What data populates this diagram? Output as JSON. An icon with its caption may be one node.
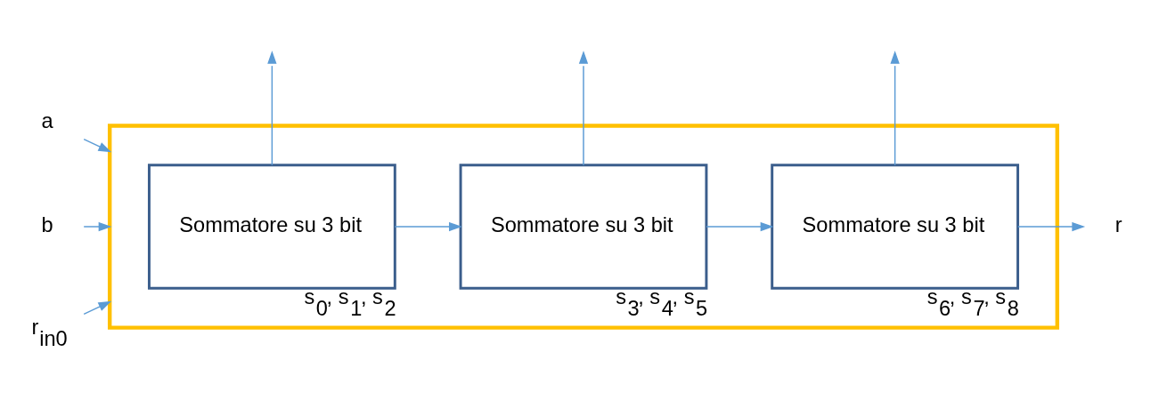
{
  "diagram": {
    "nodes": [
      {
        "text": [],
        "shape": "box"
      },
      {
        "text": [
          "a"
        ]
      },
      {
        "text": [
          "b"
        ]
      },
      {
        "text": [
          "r$_{in0}$"
        ]
      },
      {
        "text": [
          "Sommatore su 3 bit"
        ],
        "in": 0,
        "beside": [
          "s$_{0}$, s$_{1}$, s$_{2}$"
        ]
      },
      {
        "text": [
          "Sommatore su 3 bit"
        ],
        "in": 0,
        "beside": [
          "s$_{3}$, s$_{4}$, s$_{5}$"
        ]
      },
      {
        "text": [
          "Sommatore su 3 bit"
        ],
        "in": 0,
        "beside": [
          "s$_{6}$, s$_{7}$, s$_{8}$"
        ]
      },
      {
        "text": [
          "r"
        ]
      }
    ],
    "edges": [
      {
        "from": 1,
        "to": 0,
        "arrow": "to"
      },
      {
        "from": 2,
        "to": 0,
        "arrow": "to"
      },
      {
        "from": 3,
        "to": 0,
        "arrow": "to"
      },
      {
        "from": 4,
        "to": null,
        "arrow": "to"
      },
      {
        "from": 5,
        "to": null,
        "arrow": "to"
      },
      {
        "from": 6,
        "to": null,
        "arrow": "to"
      },
      {
        "from": 4,
        "to": 5,
        "arrow": "to"
      },
      {
        "from": 5,
        "to": 6,
        "arrow": "to"
      },
      {
        "from": 6,
        "to": 7,
        "arrow": "to"
      }
    ]
  }
}
